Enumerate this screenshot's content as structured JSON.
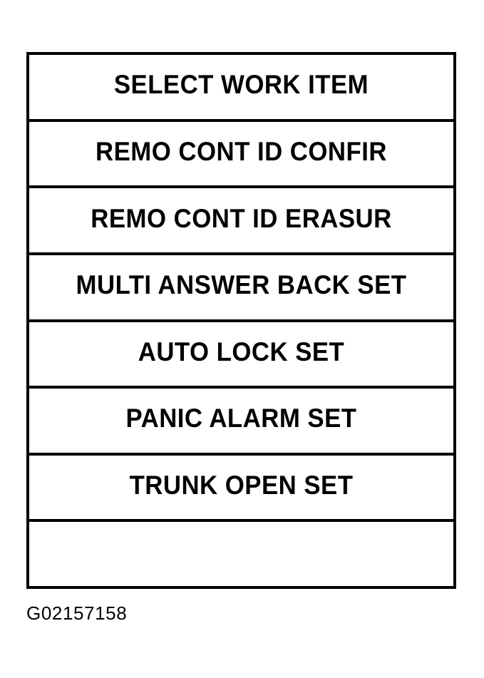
{
  "screen": {
    "name": "select-work-item-menu",
    "border_color": "#000000",
    "background_color": "#ffffff",
    "text_color": "#000000",
    "rows": [
      {
        "label": "SELECT WORK ITEM",
        "blank": false
      },
      {
        "label": "REMO CONT ID CONFIR",
        "blank": false
      },
      {
        "label": "REMO CONT ID ERASUR",
        "blank": false
      },
      {
        "label": "MULTI ANSWER BACK SET",
        "blank": false
      },
      {
        "label": "AUTO LOCK SET",
        "blank": false
      },
      {
        "label": "PANIC ALARM SET",
        "blank": false
      },
      {
        "label": "TRUNK OPEN SET",
        "blank": false
      },
      {
        "label": "",
        "blank": true
      }
    ]
  },
  "caption": {
    "text": "G02157158"
  }
}
